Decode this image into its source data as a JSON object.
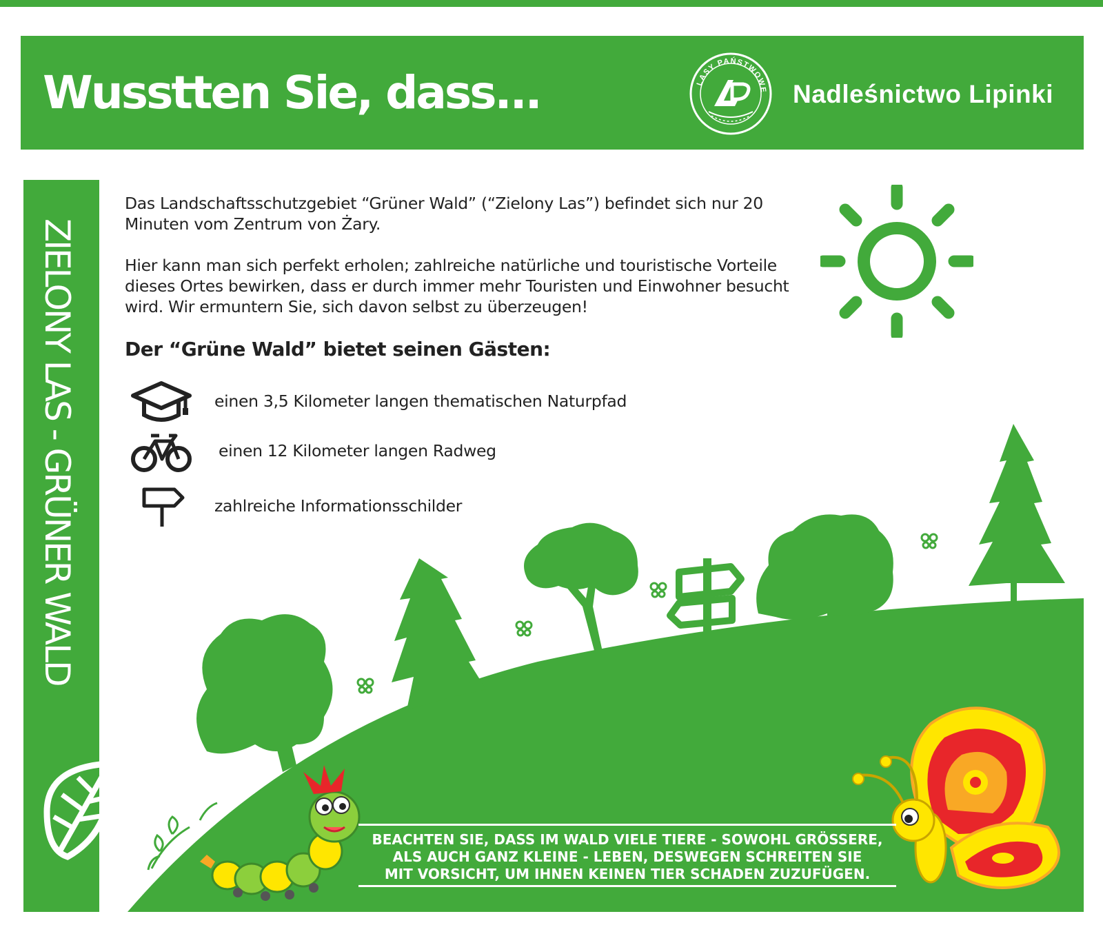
{
  "header": {
    "title": "Wusstten Sie, dass...",
    "organization": "Nadleśnictwo Lipinki",
    "logo_text": "LASY PAŃSTWOWE",
    "logo_icon": "lasy-panstwowe-logo-icon"
  },
  "sidebar": {
    "vertical_text": "ZIELONY LAS - GRÜNER WALD",
    "icon": "leaf-icon"
  },
  "intro": {
    "paragraph1": "Das Landschaftsschutzgebiet “Grüner Wald” (“Zielony Las”) befindet sich nur 20 Minuten vom Zentrum von Żary.",
    "paragraph2": "Hier kann man sich perfekt erholen; zahlreiche natürliche und touristische Vorteile dieses Ortes bewirken, dass er durch immer mehr Touristen und Einwohner besucht wird. Wir ermuntern Sie, sich davon selbst zu überzeugen!"
  },
  "features": {
    "heading": "Der “Grüne Wald” bietet seinen Gästen:",
    "items": [
      {
        "icon": "graduation-cap-icon",
        "label": "einen 3,5 Kilometer langen thematischen Naturpfad"
      },
      {
        "icon": "bicycle-icon",
        "label": "einen 12 Kilometer langen Radweg"
      },
      {
        "icon": "signpost-icon",
        "label": "zahlreiche Informationsschilder"
      }
    ]
  },
  "notice": {
    "line1": "BEACHTEN SIE, DASS IM WALD VIELE TIERE - SOWOHL GRÖSSERE,",
    "line2": "ALS AUCH GANZ KLEINE - LEBEN, DESWEGEN SCHREITEN SIE",
    "line3": "MIT VORSICHT, UM IHNEN KEINEN TIER SCHADEN ZUZUFÜGEN."
  },
  "colors": {
    "brand_green": "#42aa3b",
    "text_dark": "#222222",
    "butterfly_red": "#e8262a",
    "butterfly_yellow": "#ffe600"
  }
}
